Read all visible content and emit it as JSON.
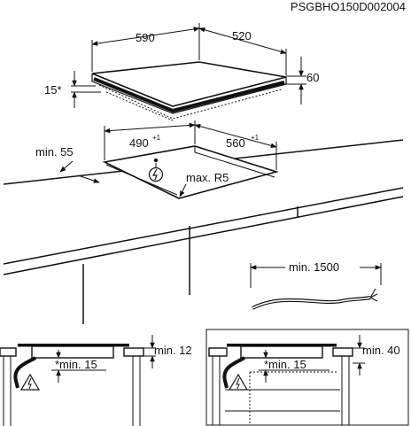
{
  "doc_code": "PSGBHO150D002004",
  "hob": {
    "width": "590",
    "depth": "520",
    "height": "60",
    "gap": "15*"
  },
  "cutout": {
    "min_edge": "min. 55",
    "width": "490",
    "width_tol": "+1",
    "depth": "560",
    "depth_tol": "+1",
    "radius": "max. R5"
  },
  "cable": {
    "min_length": "min. 1500"
  },
  "section_left": {
    "top_gap": "min. 12",
    "bottom_gap": "*min. 15"
  },
  "section_right": {
    "top_gap": "min. 40",
    "bottom_gap": "*min. 15"
  },
  "icons": [
    "electric-hazard-icon",
    "electric-hazard-icon",
    "electric-hazard-icon"
  ]
}
